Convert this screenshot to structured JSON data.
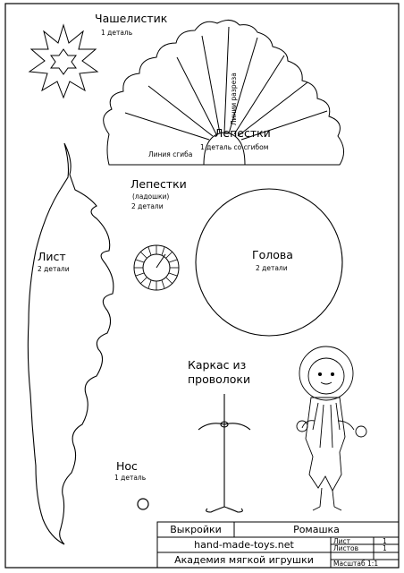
{
  "parts": {
    "calyx": {
      "title": "Чашелистик",
      "qty": "1 деталь"
    },
    "petals_main": {
      "title": "Лепестки",
      "qty": "1 деталь со сгибом",
      "fold_line": "Линия сгиба",
      "cut_lines": "Линии разреза"
    },
    "petals_small": {
      "title": "Лепестки",
      "sub": "(ладошки)",
      "qty": "2 детали"
    },
    "leaf": {
      "title": "Лист",
      "qty": "2 детали"
    },
    "head": {
      "title": "Голова",
      "qty": "2 детали"
    },
    "frame": {
      "title_line1": "Каркас из",
      "title_line2": "проволоки"
    },
    "nose": {
      "title": "Нос",
      "qty": "1 деталь"
    }
  },
  "title_block": {
    "patterns": "Выкройки",
    "toy_name": "Ромашка",
    "site": "hand-made-toys.net",
    "academy": "Академия мягкой игрушки",
    "sheet_label": "Лист",
    "sheet_value": "1",
    "sheets_label": "Листов",
    "sheets_value": "1",
    "scale": "Масштаб 1:1"
  }
}
